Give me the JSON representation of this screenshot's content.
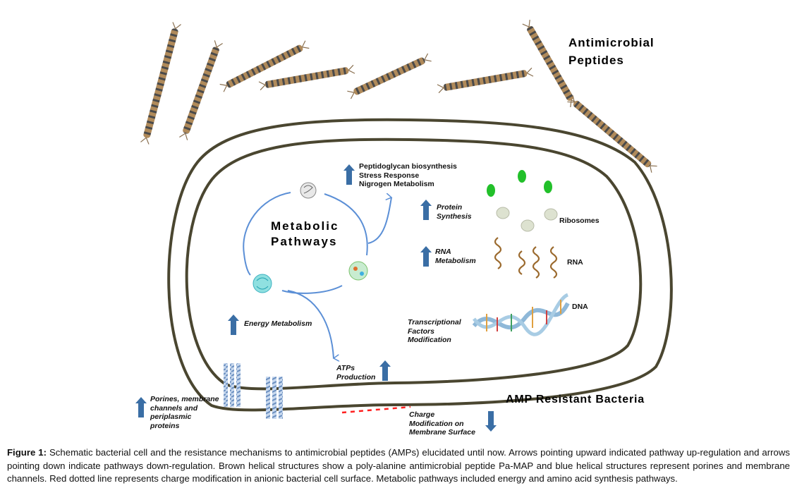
{
  "figure": {
    "labels": {
      "antimicrobial_peptides": "Antimicrobial\nPeptides",
      "metabolic_pathways": "Metabolic\nPathways",
      "peptidoglycan_group": "Peptidoglycan biosynthesis\nStress Response\nNigrogen Metabolism",
      "protein_synthesis": "Protein\nSynthesis",
      "ribosomes": "Ribosomes",
      "rna_metabolism": "RNA\nMetabolism",
      "rna": "RNA",
      "dna": "DNA",
      "transcriptional_factors": "Transcriptional\nFactors\nModification",
      "energy_metabolism": "Energy Metabolism",
      "atps_production": "ATPs\nProduction",
      "porines": "Porines, membrane\nchannels and\nperiplasmic\nproteins",
      "charge_modification": "Charge\nModification on\nMembrane Surface",
      "amp_resistant_bacteria": "AMP Resistant Bacteria"
    },
    "regulation": {
      "peptidoglycan_group": "up",
      "protein_synthesis": "up",
      "rna_metabolism": "up",
      "energy_metabolism": "up",
      "atps_production": "up",
      "porines": "up",
      "charge_modification": "down"
    },
    "colors": {
      "arrow": "#3a6ea5",
      "membrane": "#4a4630",
      "pathway": "#5b8fd6",
      "peptide": "#b08a5a",
      "charge_line": "#ff2020",
      "protein_green": "#22c02a"
    }
  },
  "caption": {
    "label": "Figure 1:",
    "text": " Schematic bacterial cell and the resistance mechanisms to antimicrobial peptides (AMPs) elucidated until now. Arrows pointing upward indicated pathway up-regulation and arrows pointing down indicate pathways down-regulation. Brown helical structures show a poly-alanine antimicrobial peptide Pa-MAP and blue helical structures represent porines and membrane channels. Red dotted line represents charge modification in anionic bacterial cell surface. Metabolic pathways included energy and amino acid synthesis pathways."
  }
}
